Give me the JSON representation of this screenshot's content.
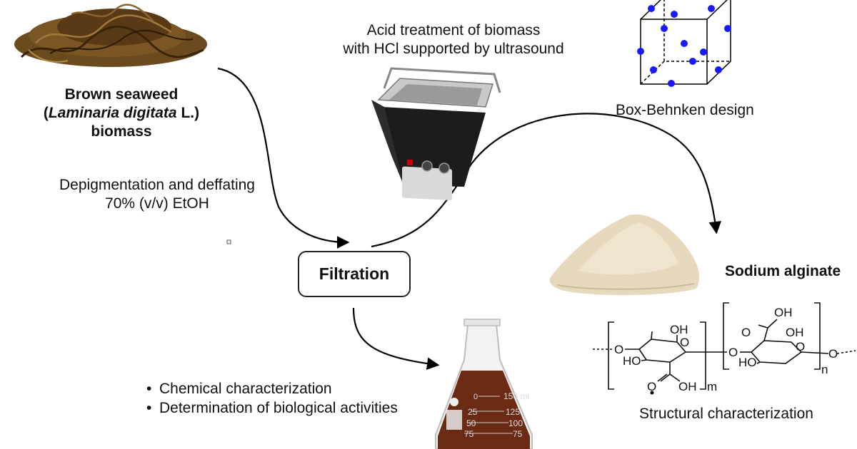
{
  "seaweed": {
    "line1": "Brown seaweed",
    "open_paren": "(",
    "species_italic": "Laminaria digitata",
    "species_rest": " L.)",
    "line3": "biomass"
  },
  "depigment": {
    "line1": "Depigmentation and deffating",
    "line2": "70% (v/v) EtOH"
  },
  "acid": {
    "line1": "Acid treatment of biomass",
    "line2": "with HCl supported by ultrasound"
  },
  "box_behnken": "Box-Behnken design",
  "filtration": "Filtration",
  "sodium_alginate": "Sodium alginate",
  "bullets": [
    "Chemical characterization",
    "Determination of biological activities"
  ],
  "structural": "Structural characterization",
  "structure_labels": {
    "oh1": "OH",
    "oh2": "OH",
    "oh3": "OH",
    "ho1": "HO",
    "ho2": "HO",
    "o_ring1": "O",
    "o_ring2": "O",
    "o_link": "O",
    "o_left": "O",
    "o_right": "O",
    "o_dbl1": "O",
    "o_dbl2": "O",
    "m": "m",
    "n": "n"
  },
  "flask_marks": {
    "ml150": "150 ml",
    "v125": "125",
    "v100": "100",
    "v75": "75",
    "l0": "0",
    "l25": "25",
    "l50": "50",
    "l75": "75"
  },
  "colors": {
    "liquid": "#6a2a14",
    "powder": "#e8dcc4",
    "seaweed": "#5a3a16",
    "design_points": "#1a1aff"
  }
}
